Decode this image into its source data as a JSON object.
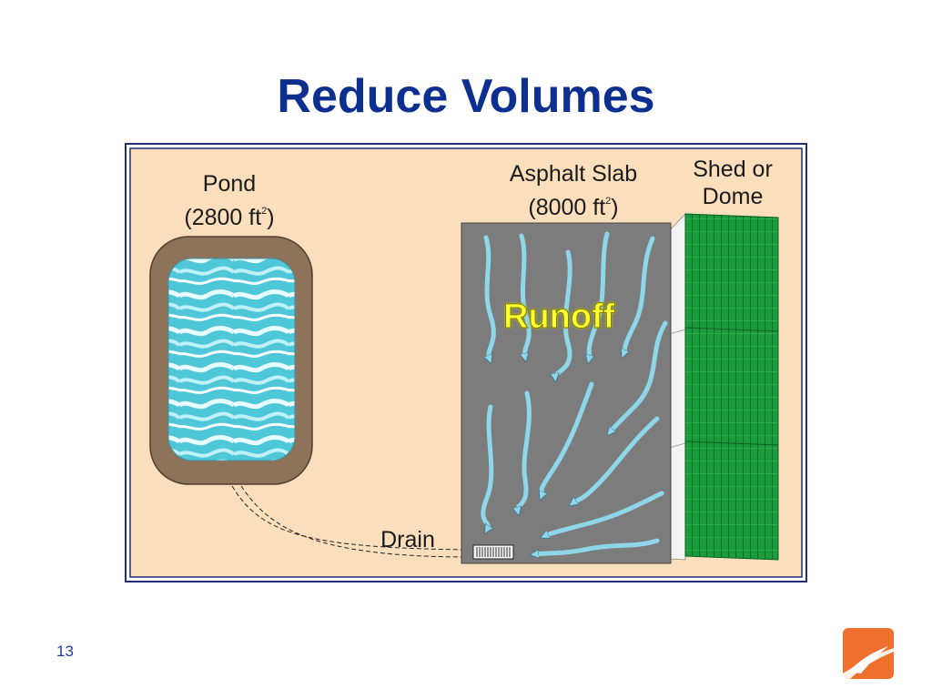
{
  "slide": {
    "title": "Reduce Volumes",
    "page_number": "13"
  },
  "diagram": {
    "pond": {
      "label": "Pond",
      "area": "(2800 ft",
      "area_exp": "2",
      "area_close": ")"
    },
    "slab": {
      "label": "Asphalt Slab",
      "area": "(8000 ft",
      "area_exp": "2",
      "area_close": ")"
    },
    "shed": {
      "label_line1": "Shed or",
      "label_line2": "Dome"
    },
    "runoff_label": "Runoff",
    "drain_label": "Drain"
  },
  "colors": {
    "title": "#0d2f8f",
    "background_panel": "#fbdfbd",
    "frame_border": "#1f2f7a",
    "pond_rim": "#8c735a",
    "water": "#46c7d9",
    "asphalt": "#7c7c7c",
    "runoff_arrows": "#8ed6ea",
    "shed": "#189a3a",
    "runoff_text": "#ffff33",
    "logo": "#ef6f2e"
  }
}
